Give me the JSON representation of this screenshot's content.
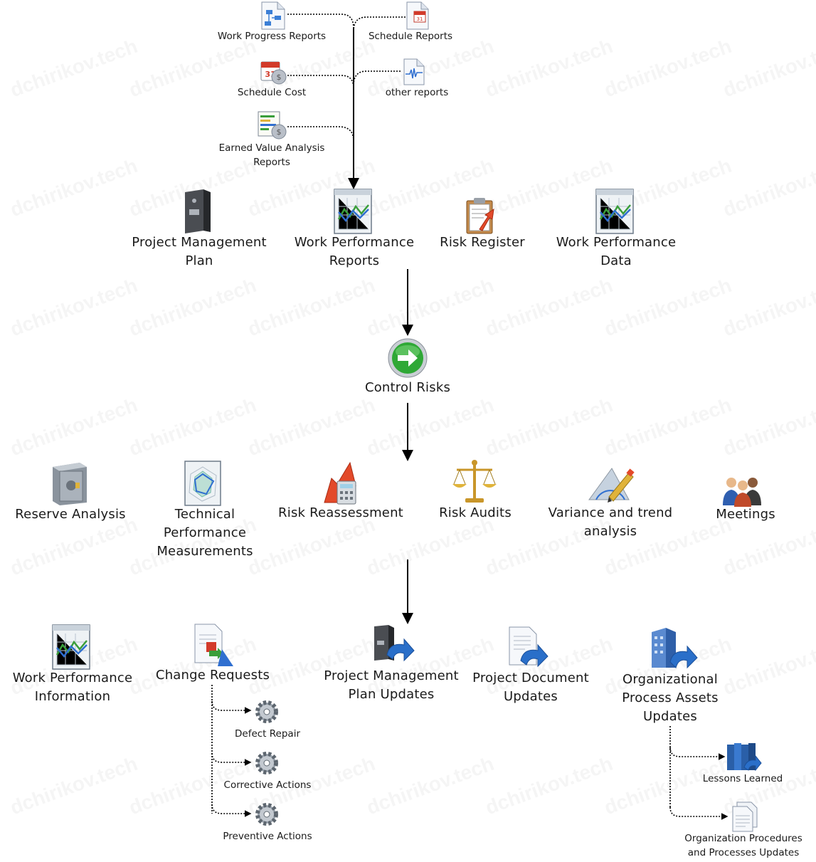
{
  "watermark": "dchirikov.tech",
  "input_reports": [
    {
      "id": "work-progress-reports",
      "label": "Work Progress Reports",
      "icon": "network-report-icon"
    },
    {
      "id": "schedule-reports",
      "label": "Schedule Reports",
      "icon": "calendar-report-icon"
    },
    {
      "id": "schedule-cost",
      "label": "Schedule Cost",
      "icon": "calendar-cost-icon"
    },
    {
      "id": "other-reports",
      "label": "other reports",
      "icon": "waveform-report-icon"
    },
    {
      "id": "earned-value-analysis-reports",
      "label": "Earned Value Analysis\nReports",
      "icon": "spreadsheet-cost-icon"
    }
  ],
  "inputs": [
    {
      "id": "project-management-plan",
      "label": "Project Management\nPlan",
      "icon": "binder-icon"
    },
    {
      "id": "work-performance-reports",
      "label": "Work Performance\nReports",
      "icon": "line-chart-icon"
    },
    {
      "id": "risk-register",
      "label": "Risk Register",
      "icon": "clipboard-icon"
    },
    {
      "id": "work-performance-data",
      "label": "Work Performance\nData",
      "icon": "line-chart-icon"
    }
  ],
  "process": {
    "label": "Control Risks",
    "icon": "green-arrow-icon"
  },
  "tools": [
    {
      "id": "reserve-analysis",
      "label": "Reserve Analysis",
      "icon": "safe-icon"
    },
    {
      "id": "technical-performance-measurements",
      "label": "Technical\nPerformance\nMeasurements",
      "icon": "radar-icon"
    },
    {
      "id": "risk-reassessment",
      "label": "Risk Reassessment",
      "icon": "calculator-arrow-icon"
    },
    {
      "id": "risk-audits",
      "label": "Risk Audits",
      "icon": "scales-icon"
    },
    {
      "id": "variance-and-trend-analysis",
      "label": "Variance and trend\nanalysis",
      "icon": "protractor-icon"
    },
    {
      "id": "meetings",
      "label": "Meetings",
      "icon": "people-icon"
    }
  ],
  "outputs": [
    {
      "id": "work-performance-information",
      "label": "Work Performance\nInformation",
      "icon": "line-chart-icon"
    },
    {
      "id": "change-requests",
      "label": "Change Requests",
      "icon": "document-change-icon"
    },
    {
      "id": "project-management-plan-updates",
      "label": "Project Management\nPlan Updates",
      "icon": "binder-update-icon"
    },
    {
      "id": "project-document-updates",
      "label": "Project Document\nUpdates",
      "icon": "document-update-icon"
    },
    {
      "id": "organizational-process-assets-updates",
      "label": "Organizational\nProcess Assets\nUpdates",
      "icon": "building-update-icon"
    }
  ],
  "change_request_types": [
    {
      "id": "defect-repair",
      "label": "Defect Repair",
      "icon": "gear-icon"
    },
    {
      "id": "corrective-actions",
      "label": "Corrective Actions",
      "icon": "gear-icon"
    },
    {
      "id": "preventive-actions",
      "label": "Preventive Actions",
      "icon": "gear-icon"
    }
  ],
  "opa_update_types": [
    {
      "id": "lessons-learned",
      "label": "Lessons Learned",
      "icon": "books-icon"
    },
    {
      "id": "organization-procedures",
      "label": "Organization Procedures\nand Processes Updates",
      "icon": "documents-icon"
    }
  ],
  "colors": {
    "arrow": "#000000",
    "chart_green": "#3a9e3a",
    "chart_blue": "#2f6fd0",
    "process_green": "#2fa836",
    "update_blue": "#2a6fc9"
  }
}
